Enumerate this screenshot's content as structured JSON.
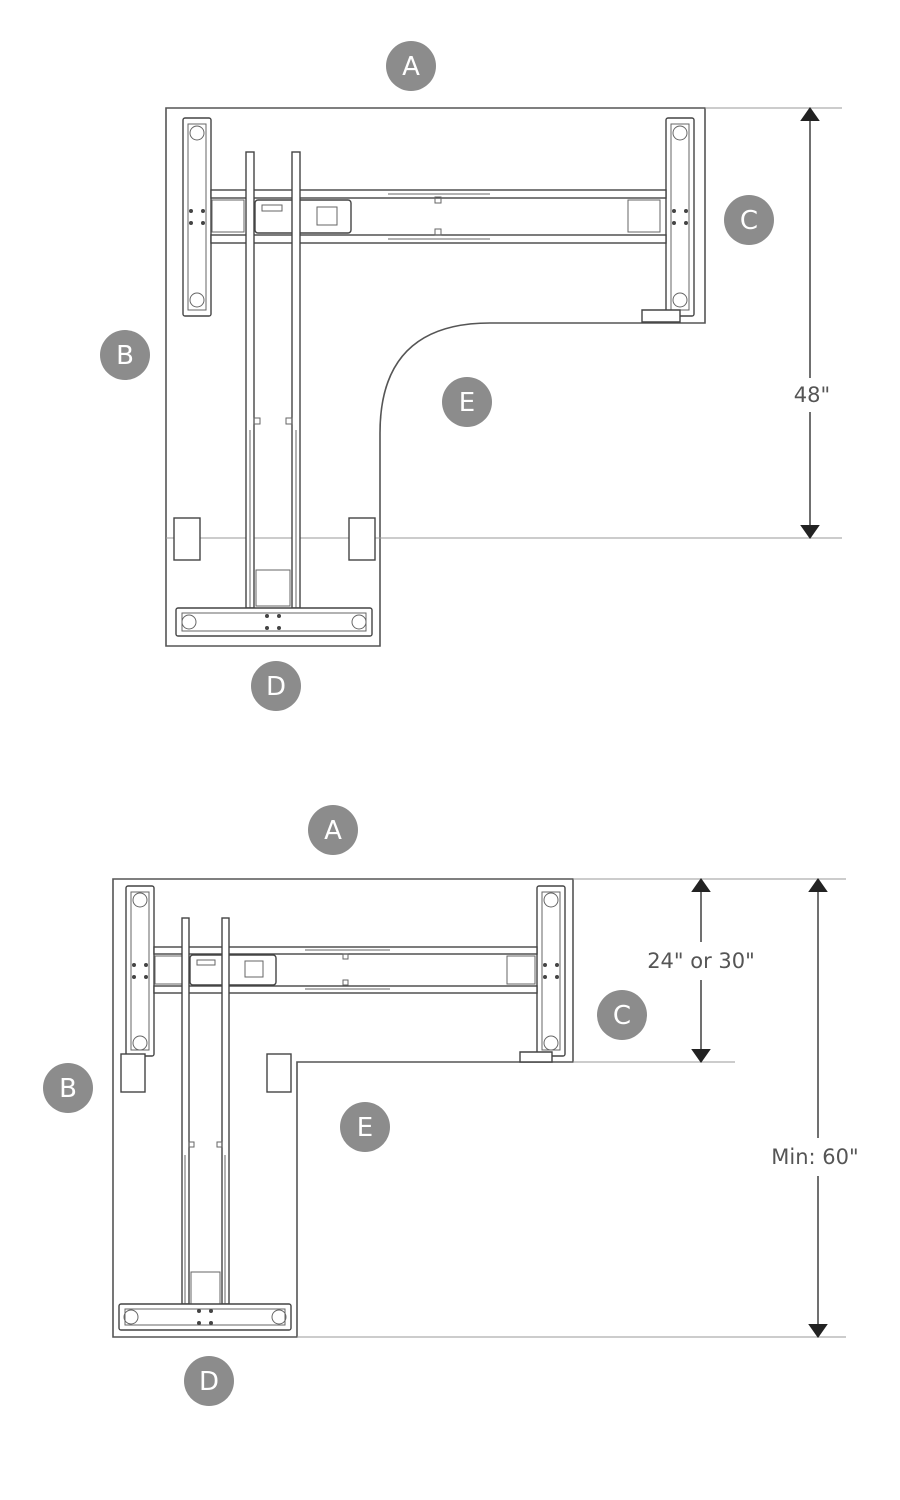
{
  "diagrams": [
    {
      "labels": {
        "a": "A",
        "b": "B",
        "c": "C",
        "d": "D",
        "e": "E"
      },
      "dimensions": {
        "depth": "48\""
      }
    },
    {
      "labels": {
        "a": "A",
        "b": "B",
        "c": "C",
        "d": "D",
        "e": "E"
      },
      "dimensions": {
        "depth": "24\" or 30\"",
        "length": "Min: 60\""
      }
    }
  ],
  "colors": {
    "badge": "#8c8c8c",
    "line": "#444444"
  }
}
